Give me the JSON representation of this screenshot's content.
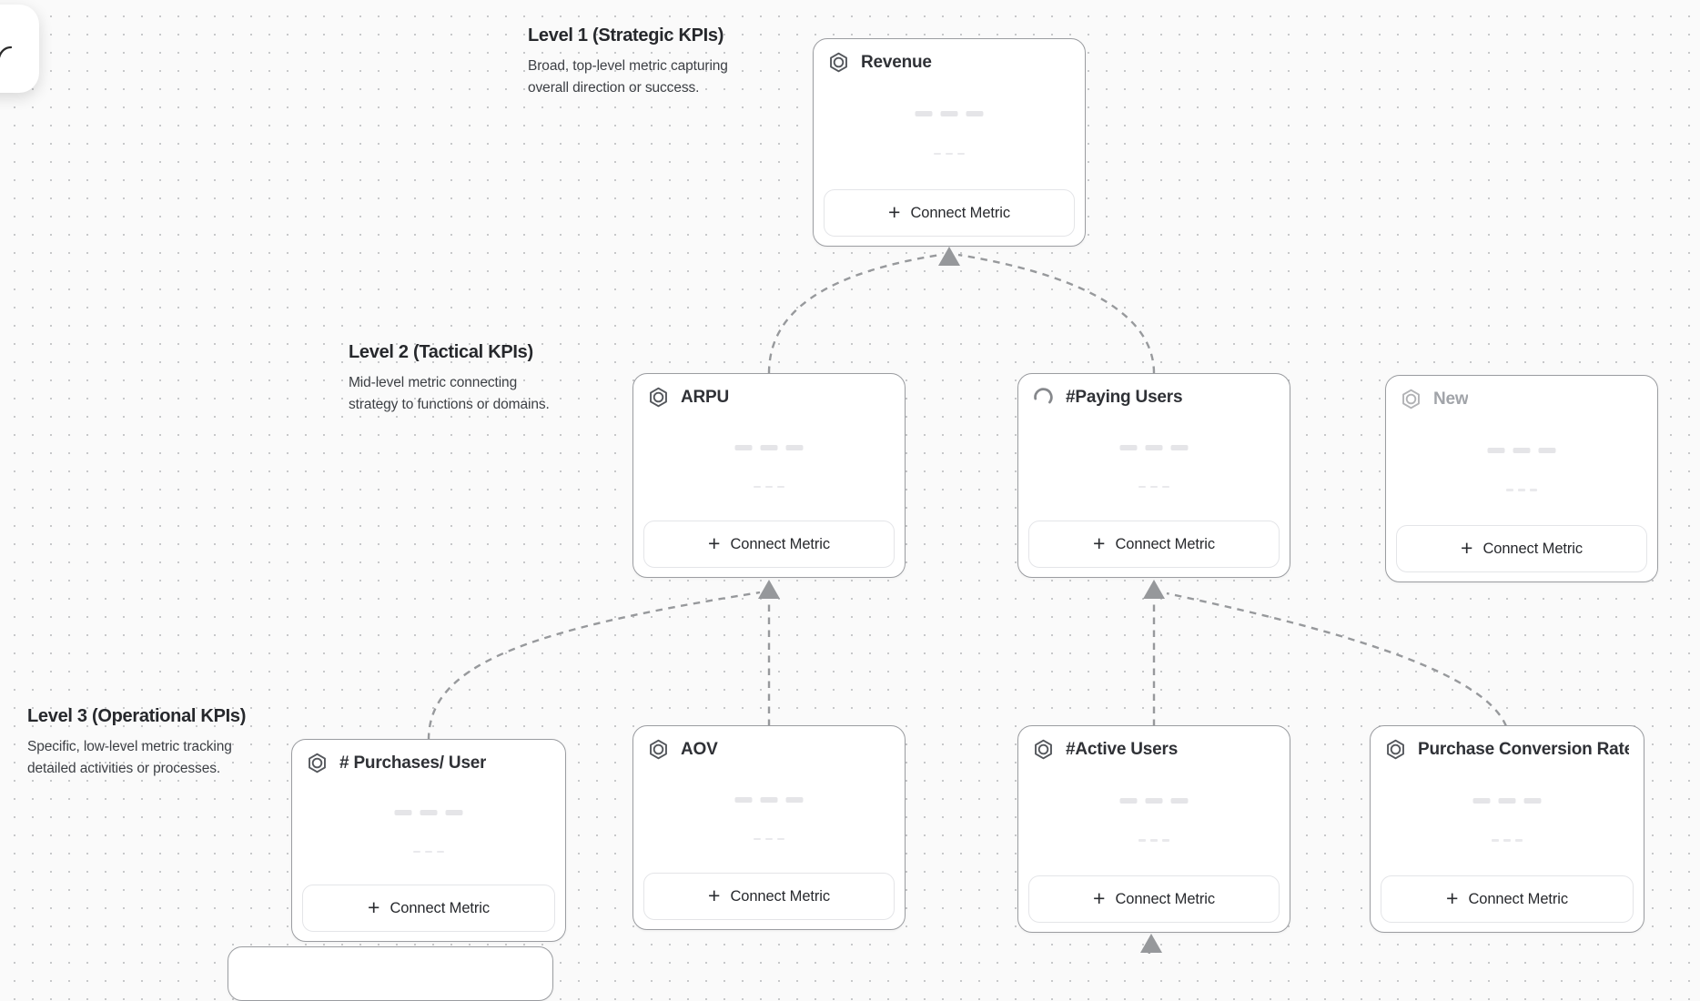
{
  "ui": {
    "plus": "+",
    "connect_metric_label": "Connect Metric"
  },
  "colors": {
    "background": "#fafafa",
    "grid_dot": "#c7c8ca",
    "card_border": "#9b9da1",
    "connector": "#97999c",
    "text_primary": "#26282c",
    "text_secondary": "#3d4045",
    "muted_title": "#a1a4a9"
  },
  "levels": [
    {
      "title": "Level 1 (Strategic KPIs)",
      "description": "Broad, top-level metric capturing overall direction or success."
    },
    {
      "title": "Level 2 (Tactical KPIs)",
      "description": "Mid-level metric connecting strategy to functions or domains."
    },
    {
      "title": "Level 3 (Operational KPIs)",
      "description": "Specific, low-level metric tracking detailed activities or processes."
    }
  ],
  "cards": [
    {
      "title": "Revenue",
      "level": 1,
      "icon": "metric-hexagon-icon",
      "state": "default"
    },
    {
      "title": "ARPU",
      "level": 2,
      "icon": "metric-hexagon-icon",
      "state": "default"
    },
    {
      "title": "#Paying Users",
      "level": 2,
      "icon": "loading-spinner-icon",
      "state": "loading"
    },
    {
      "title": "New",
      "level": 2,
      "icon": "metric-hexagon-icon",
      "state": "draft"
    },
    {
      "title": "# Purchases/ User",
      "level": 3,
      "icon": "metric-hexagon-icon",
      "state": "default"
    },
    {
      "title": "AOV",
      "level": 3,
      "icon": "metric-hexagon-icon",
      "state": "default"
    },
    {
      "title": "#Active Users",
      "level": 3,
      "icon": "metric-hexagon-icon",
      "state": "default"
    },
    {
      "title": "Purchase Conversion Rate",
      "level": 3,
      "icon": "metric-hexagon-icon",
      "state": "default"
    }
  ]
}
